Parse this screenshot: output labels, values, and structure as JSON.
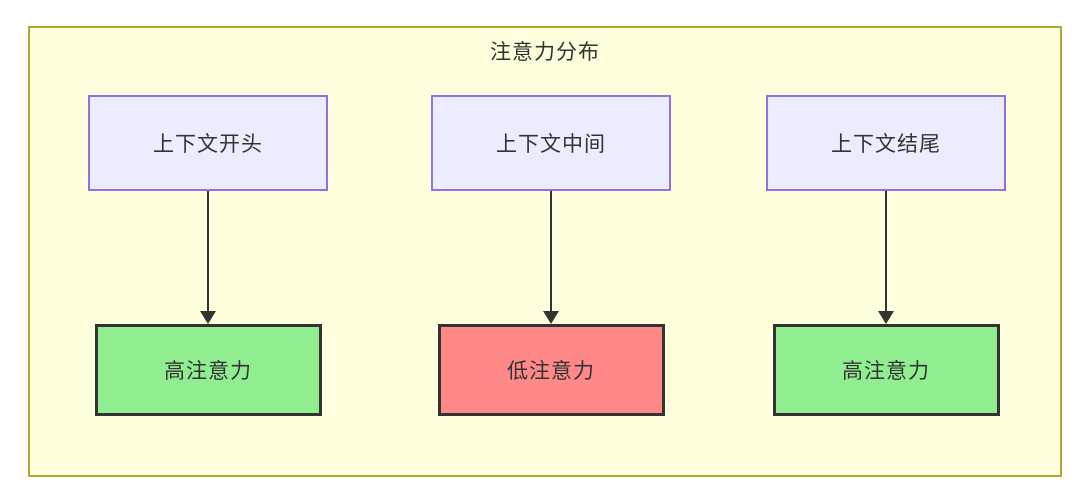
{
  "diagram": {
    "title": "注意力分布",
    "colors": {
      "container_bg": "#ffffde",
      "container_border": "#aaaa33",
      "node_bg": "#ECECFF",
      "node_border": "#9370DB",
      "high_bg": "#90EE90",
      "low_bg": "#FF8888",
      "result_border": "#333333",
      "arrow_color": "#333333",
      "text_color": "#333333"
    },
    "columns": [
      {
        "source": "上下文开头",
        "result": "高注意力",
        "level": "high"
      },
      {
        "source": "上下文中间",
        "result": "低注意力",
        "level": "low"
      },
      {
        "source": "上下文结尾",
        "result": "高注意力",
        "level": "high"
      }
    ]
  }
}
